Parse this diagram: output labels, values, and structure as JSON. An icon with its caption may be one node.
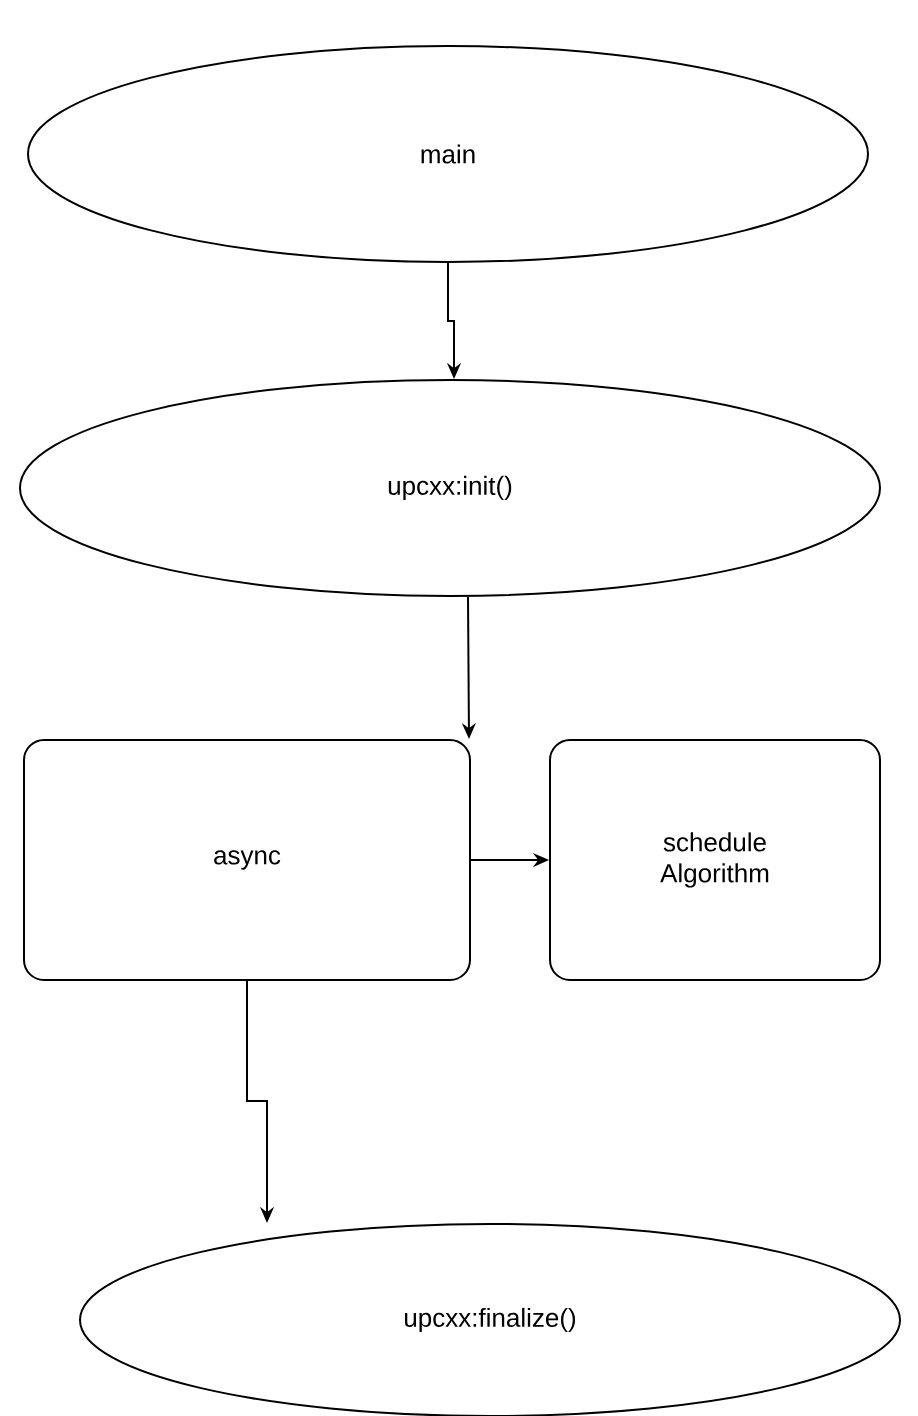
{
  "diagram": {
    "nodes": [
      {
        "text": [
          "main"
        ]
      },
      {
        "text": [
          "upcxx:init()"
        ]
      },
      {
        "text": [
          "async"
        ]
      },
      {
        "text": [
          "schedule Algorithm"
        ]
      },
      {
        "text": [
          "upcxx:finalize()"
        ]
      }
    ],
    "edges": [
      {
        "from": 0,
        "to": 1,
        "arrow": "to"
      },
      {
        "from": 1,
        "to": 2,
        "arrow": "to"
      },
      {
        "from": 2,
        "to": 3,
        "arrow": "to"
      },
      {
        "from": 2,
        "to": 4,
        "arrow": "to"
      }
    ]
  }
}
